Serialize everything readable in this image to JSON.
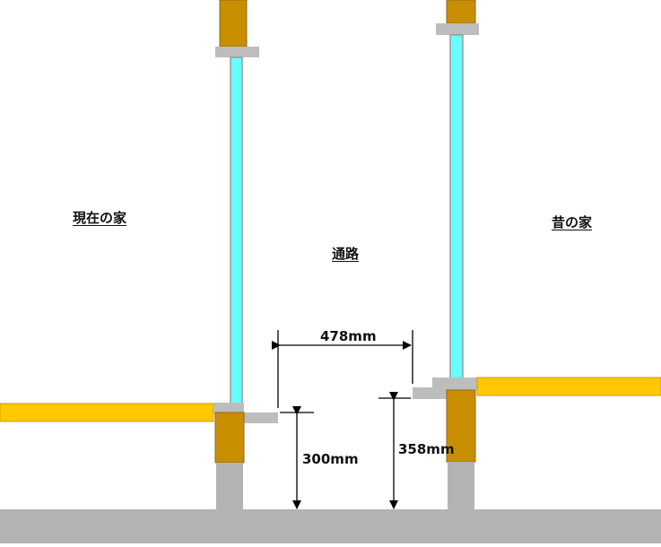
{
  "labels": {
    "current_house": "現在の家",
    "old_house": "昔の家",
    "passage": "通路"
  },
  "dimensions": {
    "gap_width": "478mm",
    "left_height": "300mm",
    "right_height": "358mm"
  },
  "colors": {
    "ground": "#b3b3b3",
    "beam": "#c98e00",
    "floor": "#ffc800",
    "glass": "#66ffff",
    "sill": "#bdbdbd",
    "dim_line": "#000000"
  }
}
